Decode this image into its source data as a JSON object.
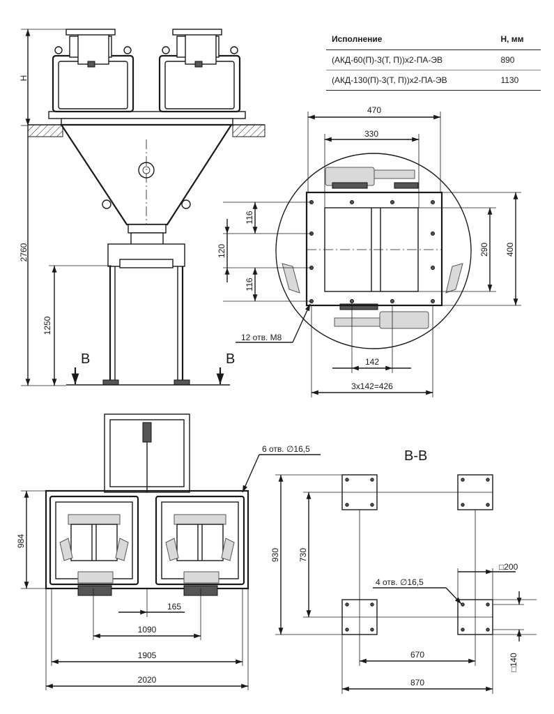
{
  "spec_table": {
    "headers": [
      "Исполнение",
      "H, мм"
    ],
    "rows": [
      [
        "(АКД-60(П)-3(Т, П))х2-ПА-ЭВ",
        "890"
      ],
      [
        "(АКД-130(П)-3(Т, П))х2-ПА-ЭВ",
        "1130"
      ]
    ]
  },
  "front_view": {
    "dim_h": "H",
    "dim_total": "2760",
    "dim_frame": "1250",
    "section_mark_left": "B",
    "section_mark_right": "B"
  },
  "detail_view": {
    "dim_470": "470",
    "dim_330": "330",
    "dim_116_top": "116",
    "dim_120": "120",
    "dim_116_bottom": "116",
    "dim_290": "290",
    "dim_400": "400",
    "holes_label": "12 отв. М8",
    "dim_142": "142",
    "dim_3x142": "3х142=426"
  },
  "plan_view": {
    "holes_label": "6 отв. ∅16,5",
    "dim_984": "984",
    "dim_165": "165",
    "dim_1090": "1090",
    "dim_1905": "1905",
    "dim_2020": "2020"
  },
  "section_view": {
    "title": "В-В",
    "dim_930": "930",
    "dim_730": "730",
    "dim_670": "670",
    "dim_870": "870",
    "dim_200": "□200",
    "dim_140": "□140",
    "holes_label": "4 отв. ∅16,5"
  }
}
